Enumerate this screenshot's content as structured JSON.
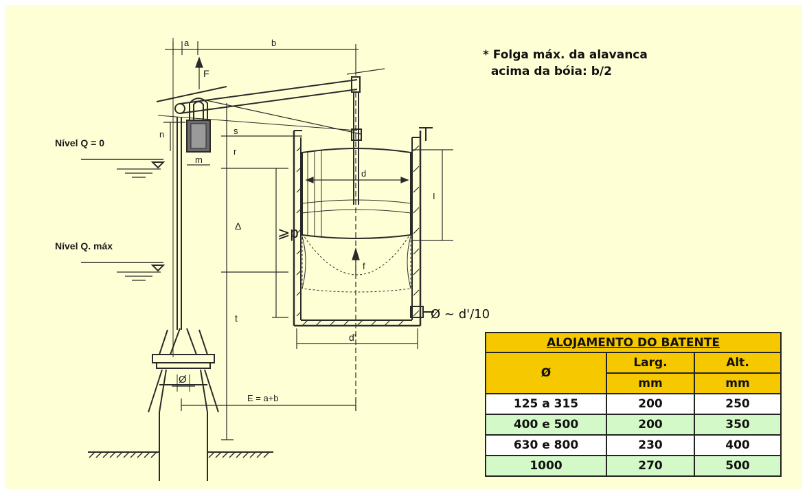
{
  "labels": {
    "a": "a",
    "b": "b",
    "F": "F",
    "s": "s",
    "r": "r",
    "n": "n",
    "m": "m",
    "d": "d",
    "I": "I",
    "delta": "Δ",
    "p": "⩾p",
    "f": "f",
    "t": "t",
    "d_prime": "d'",
    "diameter": "Ø",
    "E": "E = a+b",
    "nivel_zero": "Nível Q = 0",
    "nivel_max": "Nível Q. máx"
  },
  "note": "* Folga máx. da alavanca\n  acima da bóia: b/2",
  "diameter_note": "Ø ~ d'/10",
  "table": {
    "title": "ALOJAMENTO DO BATENTE",
    "col1": "Ø",
    "col2": "Larg.",
    "col2_unit": "mm",
    "col3": "Alt.",
    "col3_unit": "mm",
    "rows": [
      {
        "d": "125 a 315",
        "larg": "200",
        "alt": "250"
      },
      {
        "d": "400 e 500",
        "larg": "200",
        "alt": "350"
      },
      {
        "d": "630 e 800",
        "larg": "230",
        "alt": "400"
      },
      {
        "d": "1000",
        "larg": "270",
        "alt": "500"
      }
    ]
  },
  "colors": {
    "panel": "#ffffd6",
    "table_header": "#f6c800",
    "row_alt": "#d3f9c8",
    "ink": "#2a2a2a"
  }
}
